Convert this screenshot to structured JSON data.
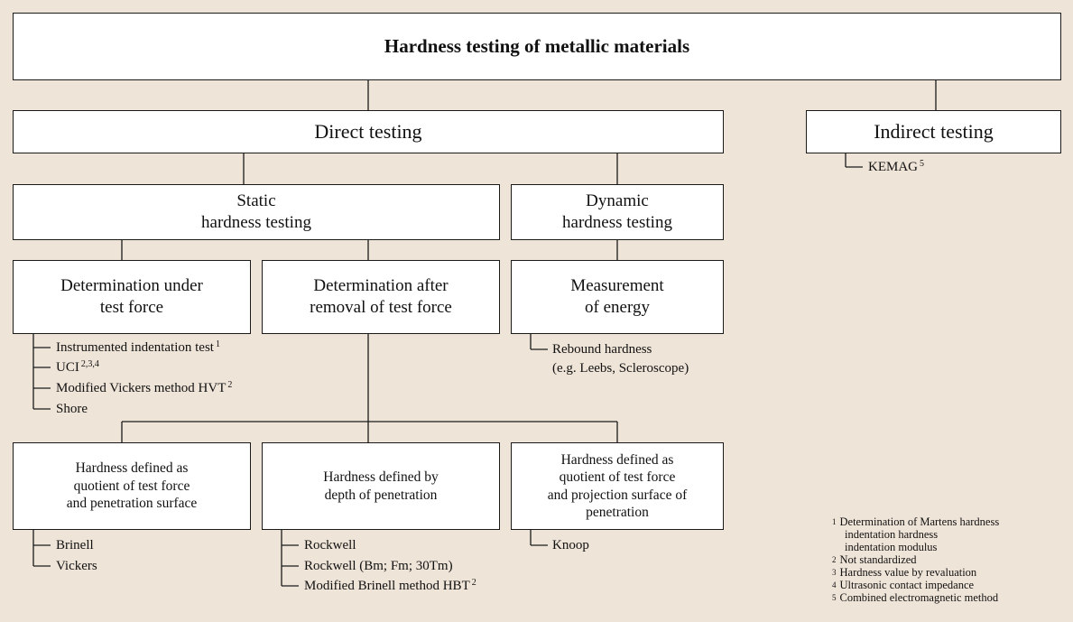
{
  "title": "Hardness testing of metallic materials",
  "direct": "Direct testing",
  "indirect": "Indirect testing",
  "indirect_items": [
    {
      "text": "KEMAG",
      "sup": "5"
    }
  ],
  "static": "Static\nhardness testing",
  "dynamic": "Dynamic\nhardness testing",
  "under_force": "Determination under\ntest force",
  "after_removal": "Determination after\nremoval of test force",
  "energy": "Measurement\nof energy",
  "under_force_items": [
    {
      "text": "Instrumented indentation test",
      "sup": "1"
    },
    {
      "text": "UCI",
      "sup": "2,3,4"
    },
    {
      "text": "Modified Vickers method HVT",
      "sup": "2"
    },
    {
      "text": "Shore",
      "sup": ""
    }
  ],
  "energy_items": [
    {
      "text": "Rebound hardness",
      "sup": ""
    },
    {
      "text": "(e.g. Leebs, Scleroscope)",
      "sup": ""
    }
  ],
  "surface": "Hardness defined as\nquotient of test force\nand penetration surface",
  "depth": "Hardness defined by\ndepth of penetration",
  "projection": "Hardness defined as\nquotient of test force\nand projection surface of\npenetration",
  "surface_items": [
    {
      "text": "Brinell",
      "sup": ""
    },
    {
      "text": "Vickers",
      "sup": ""
    }
  ],
  "depth_items": [
    {
      "text": "Rockwell",
      "sup": ""
    },
    {
      "text": "Rockwell (Bm; Fm; 30Tm)",
      "sup": ""
    },
    {
      "text": "Modified Brinell method HBT",
      "sup": "2"
    }
  ],
  "projection_items": [
    {
      "text": "Knoop",
      "sup": ""
    }
  ],
  "footnotes": [
    {
      "num": "1",
      "text": "Determination of Martens hardness"
    },
    {
      "num": "",
      "text": "indentation hardness"
    },
    {
      "num": "",
      "text": "indentation modulus"
    },
    {
      "num": "2",
      "text": "Not standardized"
    },
    {
      "num": "3",
      "text": "Hardness value by revaluation"
    },
    {
      "num": "4",
      "text": "Ultrasonic contact impedance"
    },
    {
      "num": "5",
      "text": "Combined electromagnetic method"
    }
  ]
}
